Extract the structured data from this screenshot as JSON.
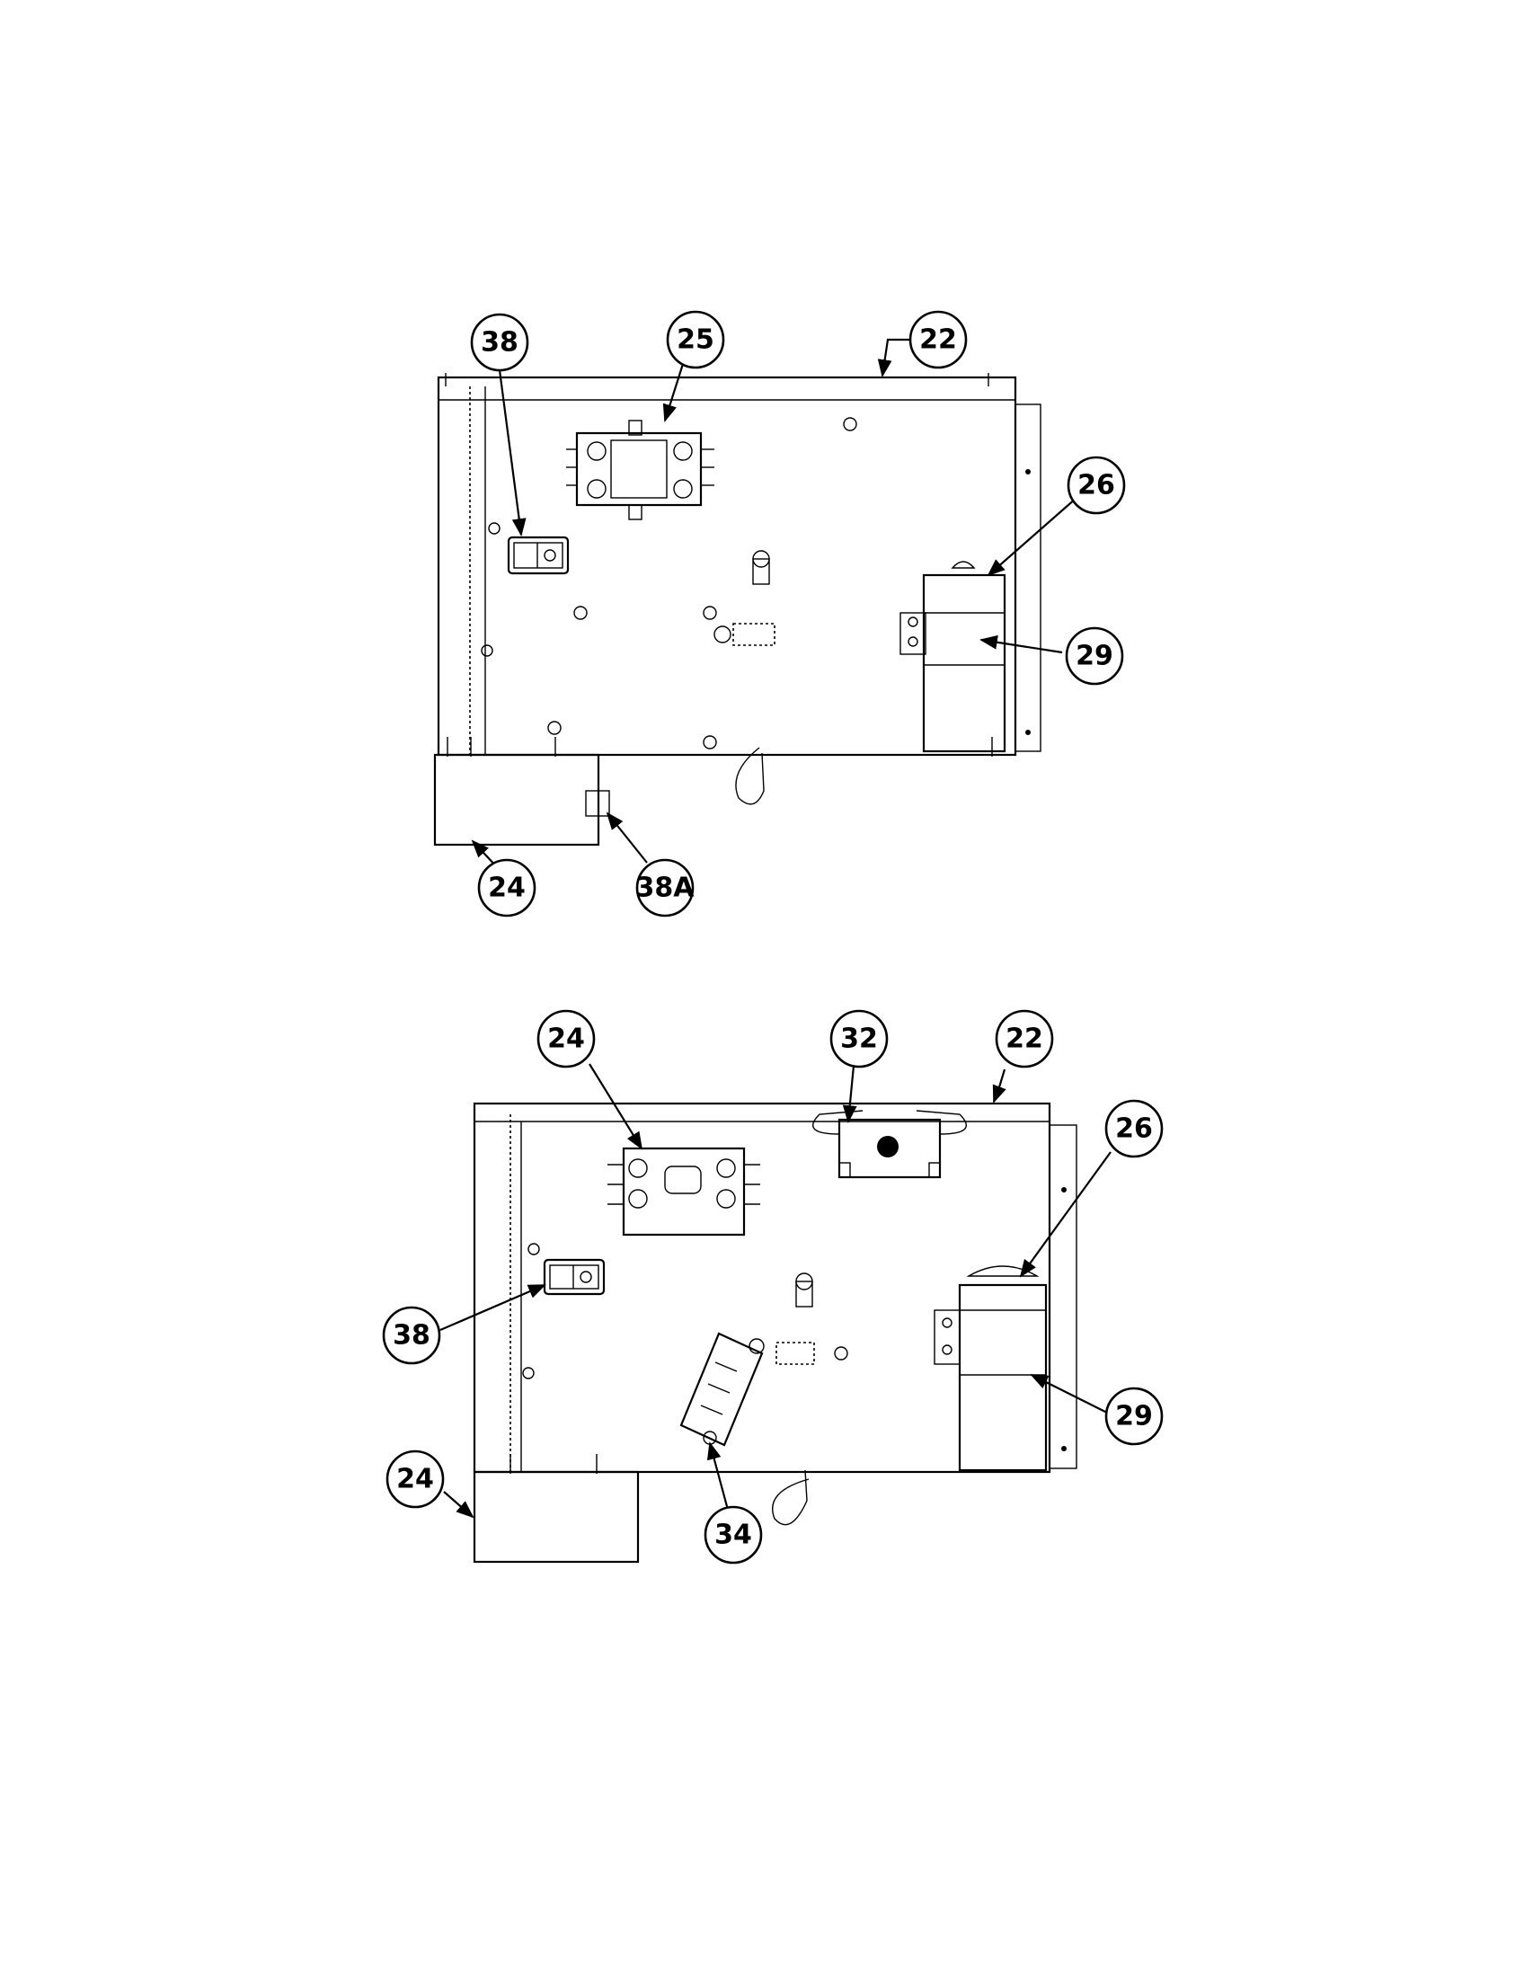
{
  "diagram": {
    "views": [
      {
        "id": "view-top",
        "callouts": [
          "38",
          "25",
          "22",
          "26",
          "29",
          "24",
          "38A"
        ]
      },
      {
        "id": "view-bottom",
        "callouts": [
          "24",
          "32",
          "22",
          "26",
          "38",
          "29",
          "24",
          "34"
        ]
      }
    ]
  }
}
